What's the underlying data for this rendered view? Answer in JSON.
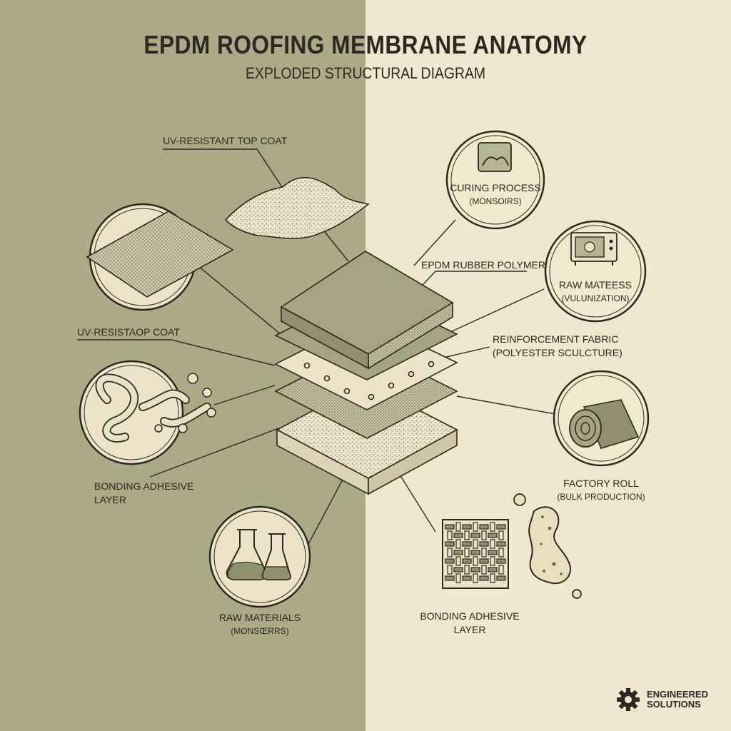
{
  "title": "EPDM ROOFING MEMBRANE ANATOMY",
  "subtitle": "EXPLODED STRUCTURAL DIAGRAM",
  "labels": {
    "uv_top_coat_1": "UV-RESISTANT TOP COAT",
    "uv_top_coat_2": "UV-RESISTAOP COAT",
    "bonding_left_1": "BONDING ADHESIVE",
    "bonding_left_2": "LAYER",
    "raw_materials_1": "RAW MATERIALS",
    "raw_materials_2": "(MONSŒRRS)",
    "curing_1": "CURING PROCESS",
    "curing_2": "(MONSOIRS)",
    "epdm_polymer": "EPDM RUBBER POLYMER",
    "raw_mateess_1": "RAW MATEESS",
    "raw_mateess_2": "(VULUNIZATION)",
    "reinforcement_1": "REINFORCEMENT FABRIC",
    "reinforcement_2": "(POLYESTER SCULCTURE)",
    "factory_roll_1": "FACTORY ROLL",
    "factory_roll_2": "(BULK PRODUCTION)",
    "bonding_right_1": "BONDING ADHESIVE",
    "bonding_right_2": "LAYER"
  },
  "logo": {
    "line1": "ENGINEERED",
    "line2": "SOLUTIONS",
    "icon": "gear-icon"
  },
  "icons": [
    "swatch-icon",
    "molecule-icon",
    "flasks-icon",
    "curing-icon",
    "oven-icon",
    "roll-icon",
    "weave-icon",
    "adhesive-blob-icon"
  ],
  "colors": {
    "left_bg": "#a9aa86",
    "right_bg": "#f0e7cf",
    "ink": "#2b2a22",
    "layer_green": "#a3a582",
    "layer_cream": "#ece3c8"
  }
}
